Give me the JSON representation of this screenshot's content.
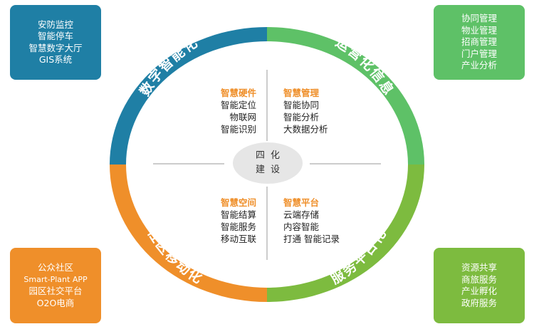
{
  "corners": {
    "top_left": [
      "安防监控",
      "智能停车",
      "智慧数字大厅",
      "GIS系统"
    ],
    "top_right": [
      "协同管理",
      "物业管理",
      "招商管理",
      "门户管理",
      "产业分析"
    ],
    "bottom_left": [
      "公众社区",
      "Smart-Plant APP",
      "园区社交平台",
      "O2O电商"
    ],
    "bottom_right": [
      "资源共享",
      "商旅服务",
      "产业孵化",
      "政府服务"
    ]
  },
  "ring": {
    "top_left": "数字智能化",
    "top_right": "运营化信息",
    "bottom_right": "服务平台化",
    "bottom_left": "社区移动化"
  },
  "center": [
    "四化",
    "建设"
  ],
  "quadrants": {
    "top_left": {
      "heading": "智慧硬件",
      "items": [
        "智能定位",
        "物联网",
        "智能识别"
      ]
    },
    "top_right": {
      "heading": "智慧管理",
      "items": [
        "智能协同",
        "智能分析",
        "大数据分析"
      ]
    },
    "bottom_left": {
      "heading": "智慧空间",
      "items": [
        "智能结算",
        "智能服务",
        "移动互联"
      ]
    },
    "bottom_right": {
      "heading": "智慧平台",
      "items": [
        "云端存储",
        "内容智能",
        "打通 智能记录"
      ]
    }
  },
  "colors": {
    "blue": "#1f7fa5",
    "green": "#5ec167",
    "lime": "#7dbb3f",
    "orange": "#ef8f2a"
  }
}
